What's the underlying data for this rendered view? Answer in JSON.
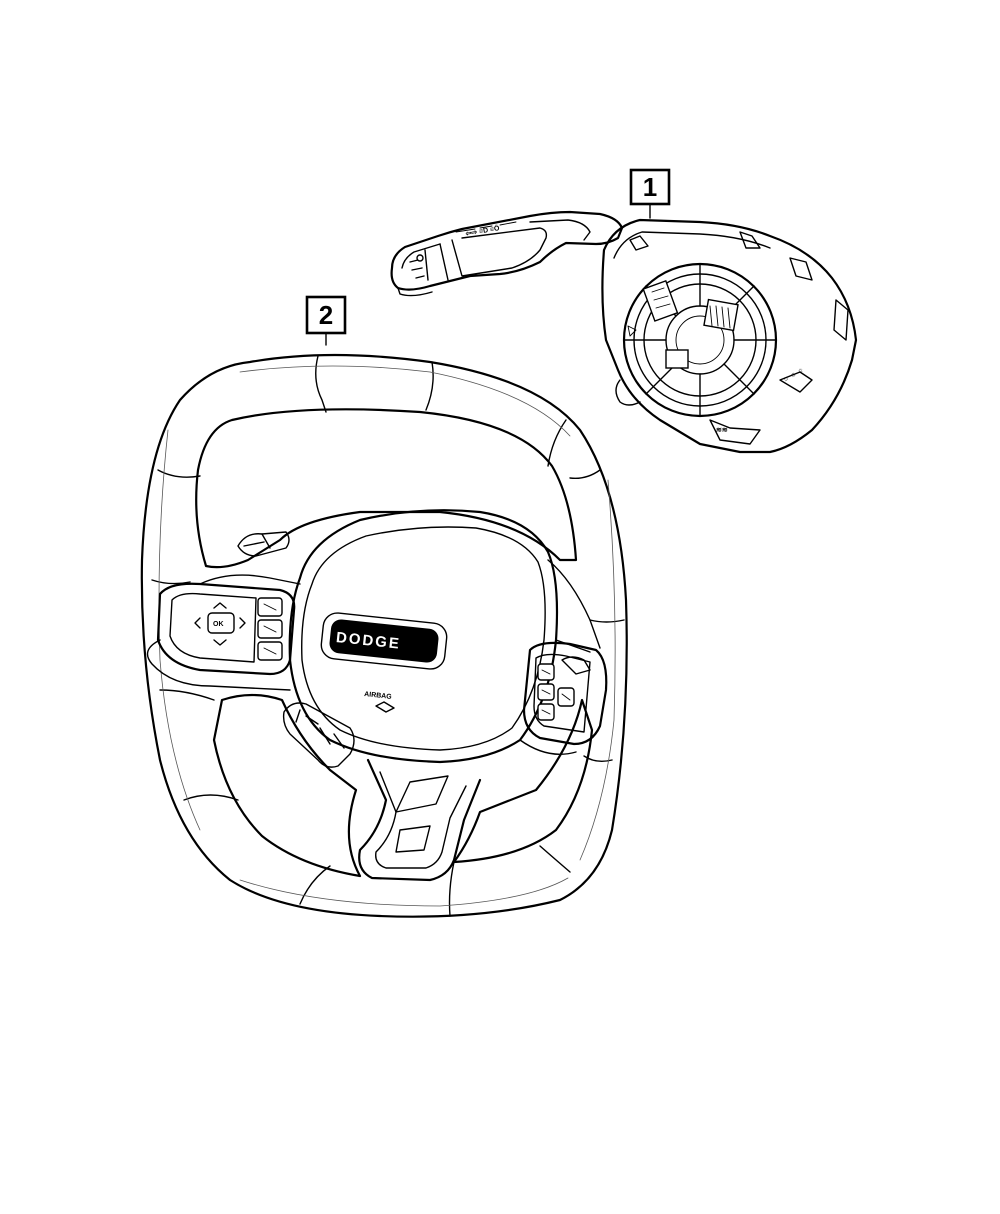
{
  "callouts": [
    {
      "number": "1"
    },
    {
      "number": "2"
    }
  ],
  "steering_wheel": {
    "badge_text": "DODGE",
    "airbag_text": "AIRBAG",
    "ok_text": "OK"
  },
  "colors": {
    "line": "#000000",
    "background": "#ffffff"
  }
}
